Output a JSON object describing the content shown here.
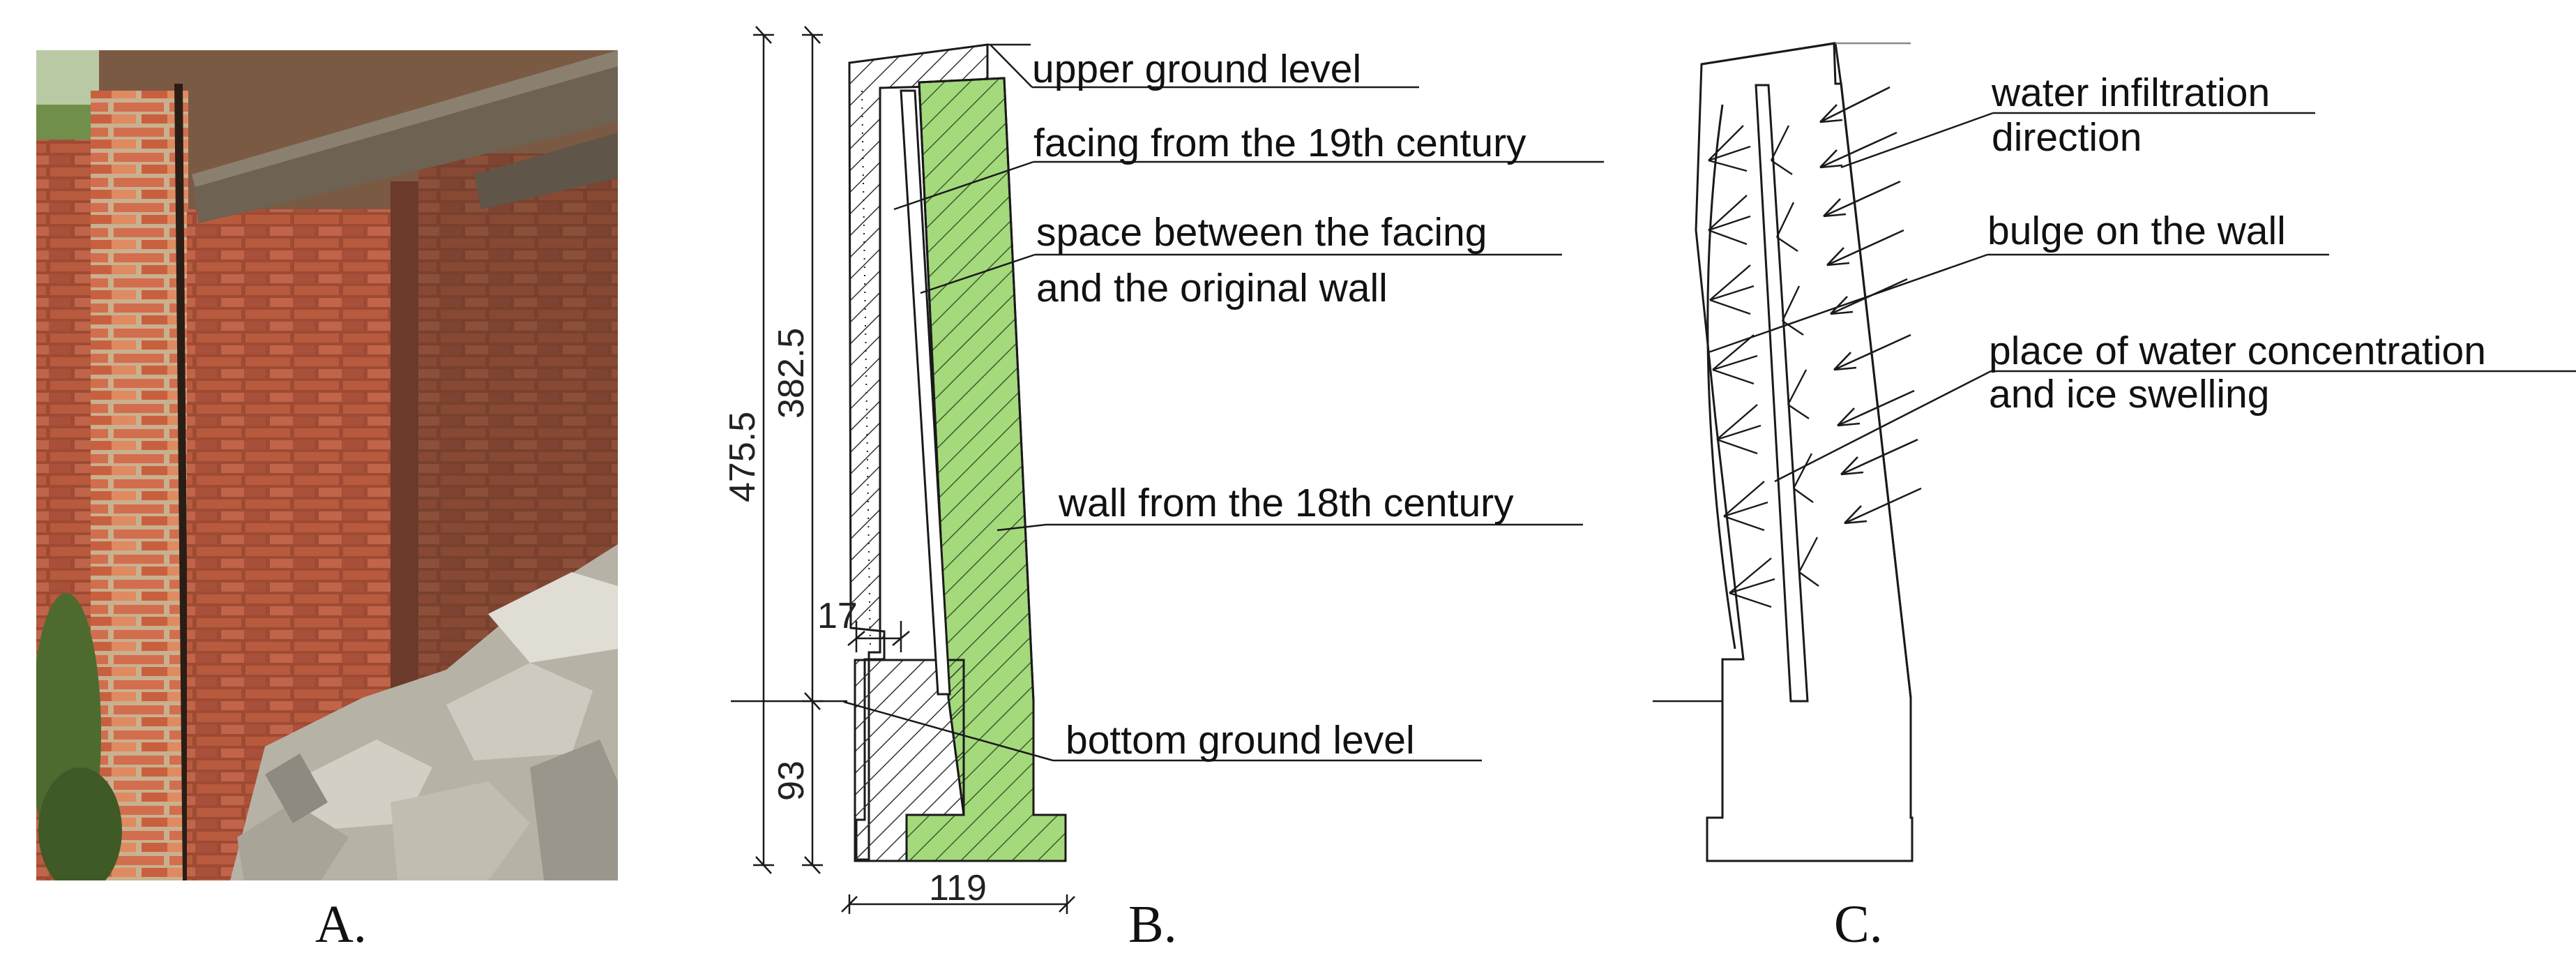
{
  "panels": {
    "a": {
      "caption": "A."
    },
    "b": {
      "caption": "B.",
      "labels": {
        "upper_ground": "upper ground level",
        "facing": "facing from the 19th century",
        "space_line1": "space between the facing",
        "space_line2": "and the original wall",
        "wall18": "wall from the 18th century",
        "bottom_ground": "bottom ground level"
      },
      "dimensions": {
        "total_height": "475.5",
        "upper_height": "382.5",
        "lower_height": "93",
        "gap": "17",
        "width": "119"
      }
    },
    "c": {
      "caption": "C.",
      "labels": {
        "infiltration_line1": "water infiltration",
        "infiltration_line2": "direction",
        "bulge": "bulge on the wall",
        "concentration_line1": "place of water concentration",
        "concentration_line2": "and ice swelling"
      }
    }
  },
  "colors": {
    "wall_green": "#a4d97c",
    "line": "#1a1a1a"
  }
}
